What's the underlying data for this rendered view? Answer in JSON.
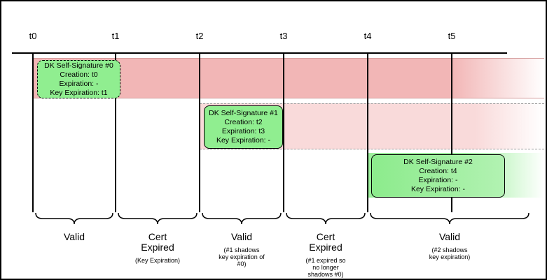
{
  "timeline": {
    "ticks": [
      "t0",
      "t1",
      "t2",
      "t3",
      "t4",
      "t5"
    ]
  },
  "signatures": [
    {
      "title": "DK Self-Signature #0",
      "creation": "Creation: t0",
      "expiration": "Expiration: -",
      "key_expiration": "Key Expiration: t1"
    },
    {
      "title": "DK Self-Signature #1",
      "creation": "Creation: t2",
      "expiration": "Expiration: t3",
      "key_expiration": "Key Expiration: -"
    },
    {
      "title": "DK Self-Signature #2",
      "creation": "Creation: t4",
      "expiration": "Expiration: -",
      "key_expiration": "Key Expiration: -"
    }
  ],
  "segments": [
    {
      "label": "Valid",
      "sublabel": ""
    },
    {
      "label": "Cert\nExpired",
      "sublabel": "(Key Expiration)"
    },
    {
      "label": "Valid",
      "sublabel": "(#1 shadows\nkey expiration of\n#0)"
    },
    {
      "label": "Cert\nExpired",
      "sublabel": "(#1 expired so\nno longer\nshadows #0)"
    },
    {
      "label": "Valid",
      "sublabel": "(#2 shadows\nkey expiration)"
    }
  ],
  "colors": {
    "signature_box_green": "#90ee90",
    "band_red": "#f2b6b6",
    "band_pink": "#f9dada",
    "band_green": "#9df09d",
    "line_black": "#000000"
  }
}
